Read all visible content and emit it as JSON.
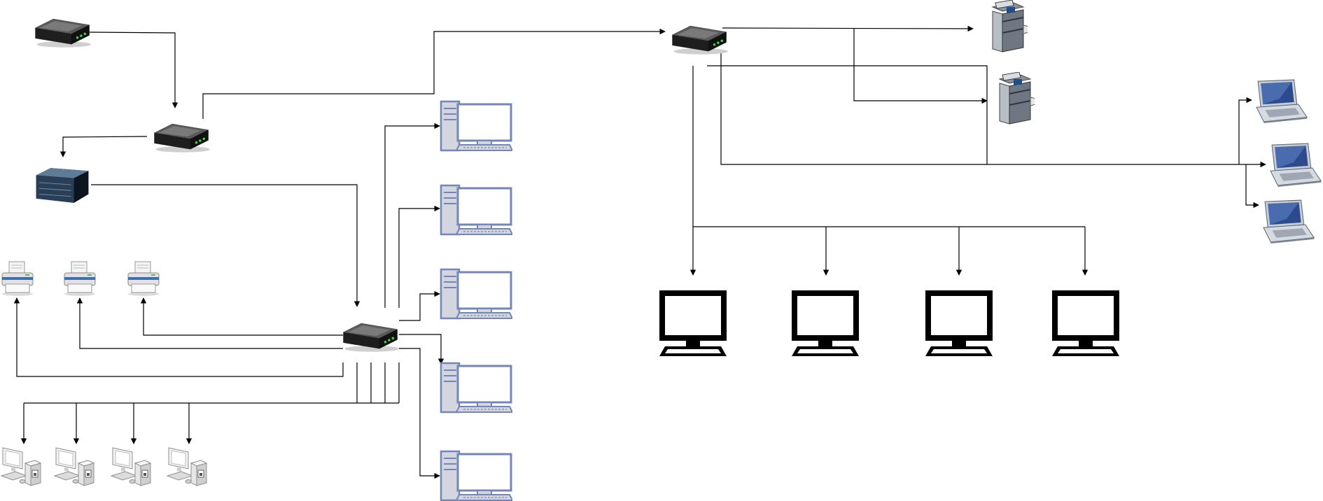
{
  "diagram": {
    "title": "",
    "node_types": {
      "router": "router-icon",
      "server": "server-icon",
      "printer": "printer-icon",
      "workstation_gray": "workstation-icon",
      "workstation_blue": "desktop-computer-icon",
      "monitor": "monitor-icon",
      "copier": "copier-icon",
      "laptop": "laptop-icon"
    },
    "node_counts": {
      "routers": 4,
      "servers": 1,
      "printers": 3,
      "gray_workstations": 4,
      "blue_desktops": 5,
      "monitors": 4,
      "copiers": 2,
      "laptops": 3
    },
    "colors": {
      "line": "#000000",
      "desktop_outline": "#7486b8",
      "desktop_fill": "#ffffff",
      "router_body": "#2e2e2e",
      "monitor_fill": "#000000",
      "laptop_screen": "#2d4a8f"
    }
  }
}
